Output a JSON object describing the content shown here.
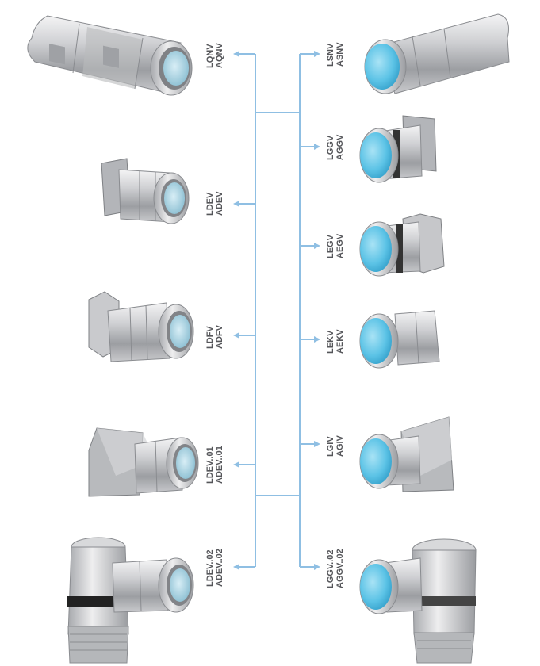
{
  "colors": {
    "tree_line": "#8fbfe3",
    "label_text": "#55565a",
    "metal_light": "#e2e3e5",
    "metal_dark": "#8a8c90",
    "insulator_blue": "#5cc3e6",
    "gasket_black": "#222222"
  },
  "left_connectors": [
    {
      "line1": "LQNV",
      "line2": "AQNV",
      "icon": "cable-plug-straight-icon"
    },
    {
      "line1": "LDEV",
      "line2": "ADEV",
      "icon": "square-flange-plug-icon"
    },
    {
      "line1": "LDFV",
      "line2": "ADFV",
      "icon": "hex-nut-plug-icon"
    },
    {
      "line1": "LDEV..01",
      "line2": "ADEV..01",
      "icon": "angled-box-plug-icon"
    },
    {
      "line1": "LDEV..02",
      "line2": "ADEV..02",
      "icon": "right-angle-plug-icon"
    }
  ],
  "right_connectors": [
    {
      "line1": "LSNV",
      "line2": "ASNV",
      "icon": "cable-socket-straight-icon"
    },
    {
      "line1": "LGGV",
      "line2": "AGGV",
      "icon": "square-flange-socket-icon"
    },
    {
      "line1": "LEGV",
      "line2": "AEGV",
      "icon": "hex-flange-socket-icon"
    },
    {
      "line1": "LEKV",
      "line2": "AEKV",
      "icon": "panel-nut-socket-icon"
    },
    {
      "line1": "LGIV",
      "line2": "AGIV",
      "icon": "angled-box-socket-icon"
    },
    {
      "line1": "LGGV..02",
      "line2": "AGGV..02",
      "icon": "right-angle-socket-icon"
    }
  ]
}
